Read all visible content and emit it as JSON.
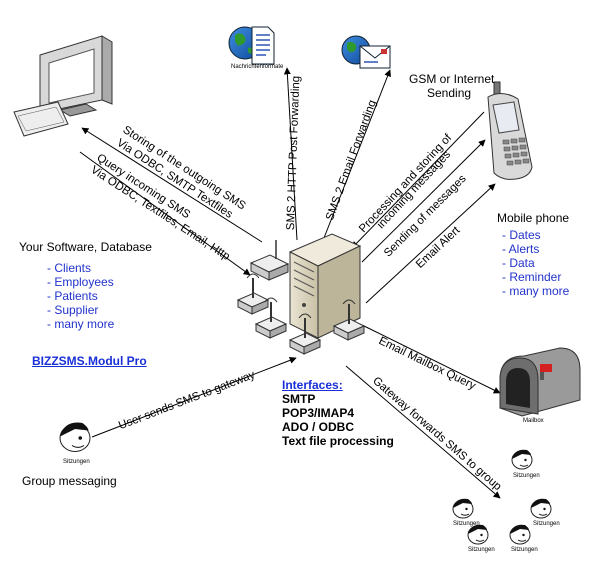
{
  "diagram": {
    "labels": {
      "storing_outgoing": "Storing of the outgoing SMS",
      "via_odbc_smtp": "Via ODBC, SMTP Textfiles",
      "query_incoming": "Query incoming SMS",
      "via_odbc_textfiles": "Via ODBC, Textfiles, Email, Http",
      "sms2http": "SMS 2 HTTP Post Forwarding",
      "sms2email": "SMS 2 Email Forwarding",
      "processing": "Processing and storing of",
      "incoming_messages": "incoming messages",
      "sending": "Sending of messages",
      "email_alert": "Email Alert",
      "email_mailbox_query": "Email Mailbox Query",
      "user_sends": "User sends SMS to gateway",
      "gateway_forwards": "Gateway forwards SMS to group"
    },
    "nachrichtenformate": "Nachrichtenformate",
    "gsm_line1": "GSM or Internet",
    "gsm_line2": "Sending",
    "software_title": "Your Software, Database",
    "software_items": [
      "- Clients",
      "- Employees",
      "- Patients",
      "- Supplier",
      "- many more"
    ],
    "mobile_title": "Mobile phone",
    "mobile_items": [
      "- Dates",
      "- Alerts",
      "- Data",
      "- Reminder",
      "- many more"
    ],
    "product_link": "BIZZSMS.Modul Pro",
    "interfaces_title": "Interfaces:",
    "interfaces": [
      "SMTP",
      "POP3/IMAP4",
      "ADO / ODBC",
      "Text file processing"
    ],
    "mailbox": "Mailbox",
    "sitzungen": "Sitzungen",
    "group_messaging": "Group messaging",
    "colors": {
      "accent": "#1a2fd8",
      "list_blue": "#2233cc",
      "flag_red": "#d42020"
    }
  }
}
